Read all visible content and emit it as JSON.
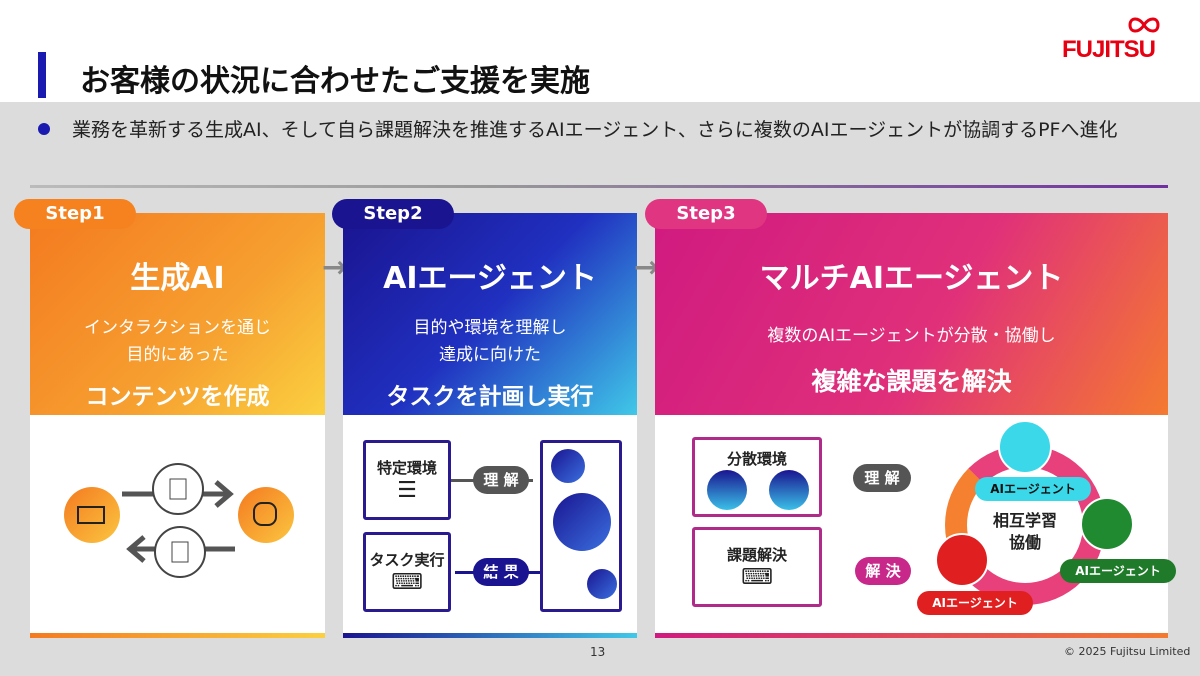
{
  "header": {
    "title": "お客様の状況に合わせたご支援を実施",
    "logo": "FUJITSU"
  },
  "bullet": "業務を革新する生成AI、そして自ら課題解決を推進するAIエージェント、さらに複数のAIエージェントが協調するPFへ進化",
  "steps": [
    {
      "tab": "Step1",
      "title": "生成AI",
      "sub1": "インタラクションを通じ",
      "sub2": "目的にあった",
      "big": "コンテンツを作成"
    },
    {
      "tab": "Step2",
      "title": "AIエージェント",
      "sub1": "目的や環境を理解し",
      "sub2": "達成に向けた",
      "big": "タスクを計画し実行",
      "env": "特定環境",
      "task": "タスク実行",
      "understand": "理 解",
      "result": "結 果"
    },
    {
      "tab": "Step3",
      "title": "マルチAIエージェント",
      "sub1": "複数のAIエージェントが分散・協働し",
      "big": "複雑な課題を解決",
      "env": "分散環境",
      "solve_box": "課題解決",
      "understand": "理 解",
      "solve": "解 決",
      "center1": "相互学習",
      "center2": "協働",
      "agent": "AIエージェント"
    }
  ],
  "colors": {
    "accent": "#1a1ab0",
    "fujitsu_red": "#e60012",
    "step1": "#f5821f",
    "step2": "#1a1aa0",
    "step3": "#d6247c"
  },
  "footer": {
    "page": "13",
    "copyright": "© 2025 Fujitsu Limited"
  }
}
